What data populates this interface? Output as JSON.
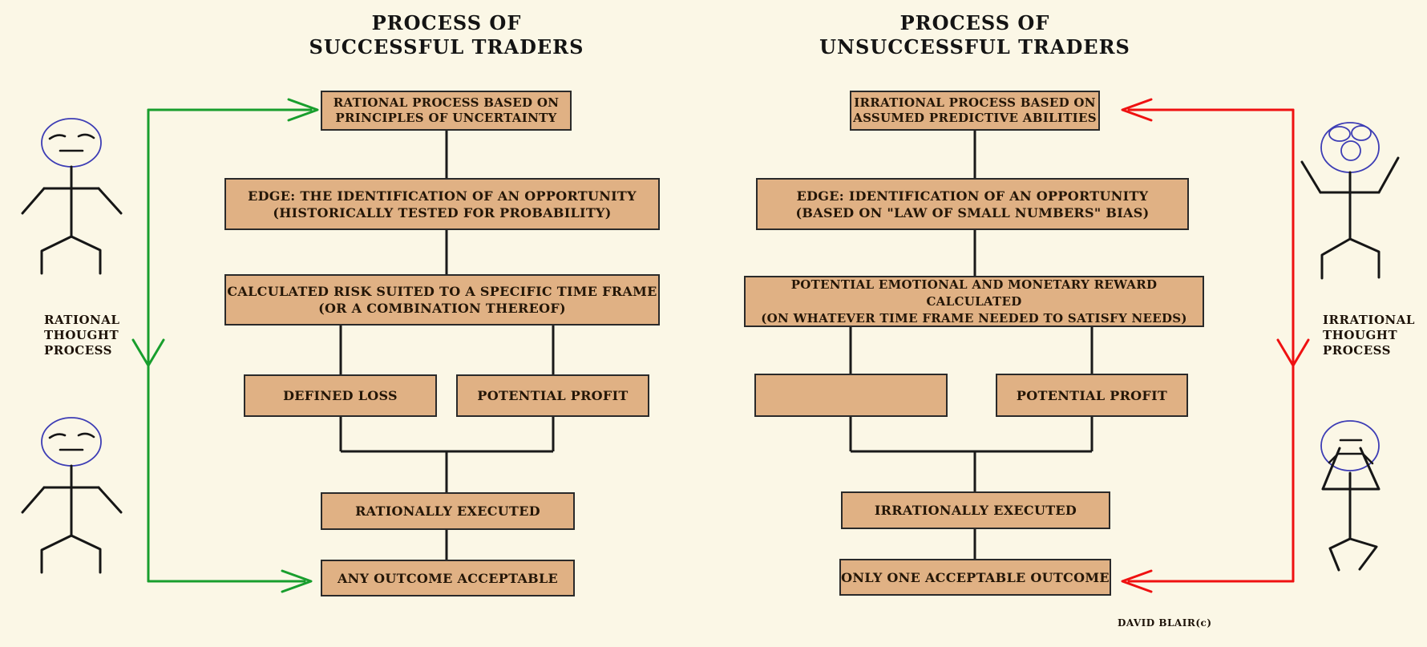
{
  "colors": {
    "background": "#FBF7E6",
    "box_fill": "#E0B184",
    "box_border": "#2a2a2a",
    "flow_line": "#1a1a1a",
    "success_arrow": "#189E2D",
    "failure_arrow": "#EF1111",
    "figure_head": "#3D3DB5",
    "text": "#241607"
  },
  "successful": {
    "title": "PROCESS OF\nSUCCESSFUL TRADERS",
    "side_label": "RATIONAL\nTHOUGHT\nPROCESS",
    "steps": [
      {
        "id": "rational-process",
        "label": "RATIONAL PROCESS BASED ON\nPRINCIPLES OF UNCERTAINTY"
      },
      {
        "id": "edge-identification",
        "label": "EDGE: THE IDENTIFICATION OF AN OPPORTUNITY\n(HISTORICALLY TESTED FOR PROBABILITY)"
      },
      {
        "id": "calculated-risk",
        "label": "CALCULATED RISK SUITED TO A SPECIFIC TIME FRAME\n(OR A COMBINATION THEREOF)"
      },
      {
        "id": "defined-loss",
        "label": "DEFINED LOSS"
      },
      {
        "id": "potential-profit",
        "label": "POTENTIAL PROFIT"
      },
      {
        "id": "rationally-executed",
        "label": "RATIONALLY EXECUTED"
      },
      {
        "id": "any-outcome-acceptable",
        "label": "ANY OUTCOME ACCEPTABLE"
      }
    ]
  },
  "unsuccessful": {
    "title": "PROCESS OF\nUNSUCCESSFUL TRADERS",
    "side_label": "IRRATIONAL\nTHOUGHT\nPROCESS",
    "steps": [
      {
        "id": "irrational-process",
        "label": "IRRATIONAL PROCESS BASED ON\nASSUMED PREDICTIVE ABILITIES"
      },
      {
        "id": "edge-identification",
        "label": "EDGE: IDENTIFICATION OF AN OPPORTUNITY\n(BASED ON \"LAW OF SMALL NUMBERS\" BIAS)"
      },
      {
        "id": "reward-calculated",
        "label": "POTENTIAL EMOTIONAL AND MONETARY REWARD CALCULATED\n(ON WHATEVER TIME FRAME NEEDED TO SATISFY NEEDS)"
      },
      {
        "id": "blank-loss",
        "label": ""
      },
      {
        "id": "potential-profit",
        "label": "POTENTIAL PROFIT"
      },
      {
        "id": "irrationally-executed",
        "label": "IRRATIONALLY EXECUTED"
      },
      {
        "id": "only-one-acceptable-outcome",
        "label": "ONLY ONE ACCEPTABLE OUTCOME"
      }
    ]
  },
  "figures": {
    "left_top": "calm-stick-figure",
    "left_bottom": "calm-stick-figure",
    "right_top": "wide-eyed-stick-figure",
    "right_bottom": "dejected-stick-figure"
  },
  "credit": "DAVID BLAIR(c)"
}
